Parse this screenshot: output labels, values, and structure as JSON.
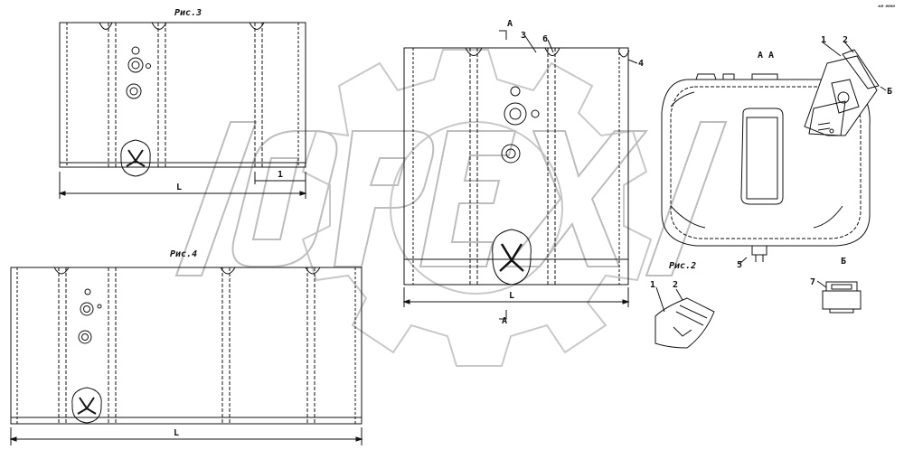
{
  "corner_mark": "ᵏᴰ ⁰⁰⁰⁰",
  "watermark": {
    "text": "OPEX",
    "slash": "/"
  },
  "fig3": {
    "title": "Рис.3",
    "dim_L": "L",
    "dim_1": "1"
  },
  "fig4": {
    "title": "Рис.4",
    "dim_L": "L"
  },
  "main": {
    "section_top": "А",
    "section_bottom": "А",
    "dim_L": "L",
    "callouts": [
      "3",
      "6",
      "4"
    ]
  },
  "aa": {
    "title": "А А",
    "callouts": [
      "1",
      "2",
      "Б",
      "5"
    ]
  },
  "fig2": {
    "title": "Рис.2",
    "callouts": [
      "1",
      "2"
    ]
  },
  "viewB": {
    "title": "Б",
    "callout": "7"
  }
}
